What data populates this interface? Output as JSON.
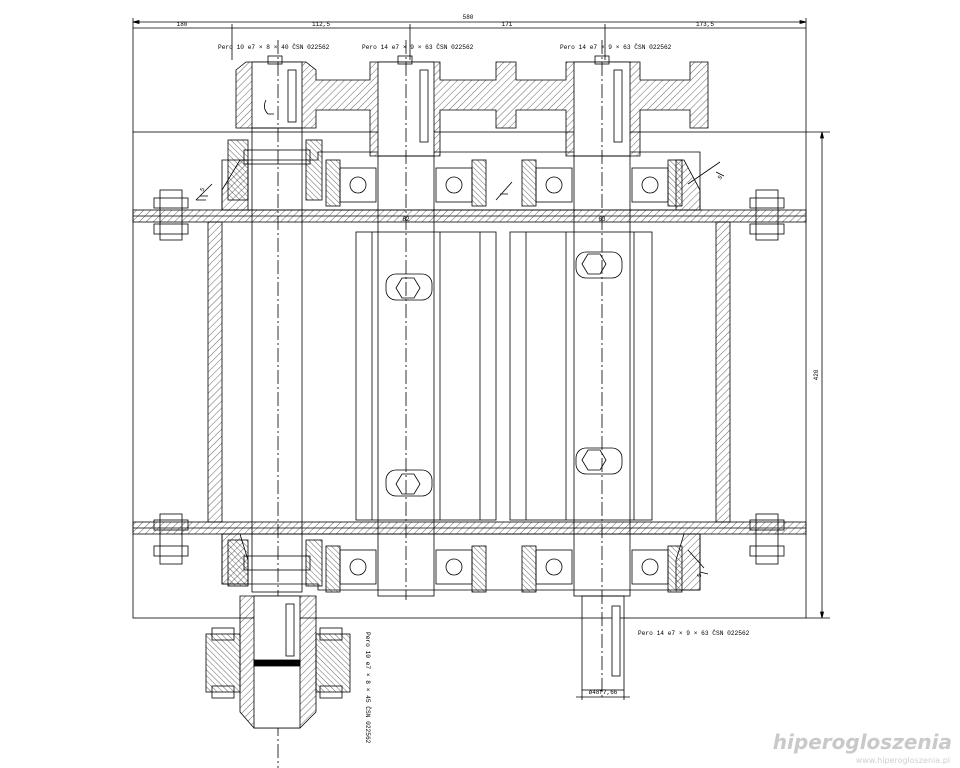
{
  "dimensions": {
    "overall_width": "580",
    "seg_1": "180",
    "seg_2": "112,5",
    "seg_3": "171",
    "seg_4": "173,5",
    "overall_height": "420",
    "bore_1": "62",
    "bore_2": "63"
  },
  "keys": {
    "top_1": "Pero 10 e7 × 8 × 40 ČSN 022562",
    "top_2": "Pero 14 e7 × 9 × 63 ČSN 022562",
    "top_3": "Pero 14 e7 × 9 × 63 ČSN 022562",
    "bottom_right": "Pero 14 e7 × 9 × 63 ČSN 022562",
    "bottom_left": "Pero 10 e7 × 8 × 45 ČSN 022562"
  },
  "shaft_dim": "ø48f7,66",
  "weld_labels": [
    "5",
    "5",
    "5"
  ],
  "watermark": {
    "brand": "hiperogloszenia",
    "url": "www.hiperogloszenia.pl"
  },
  "colors": {
    "line": "#000000",
    "hatch": "#000000",
    "watermark": "#c9c9c9"
  }
}
